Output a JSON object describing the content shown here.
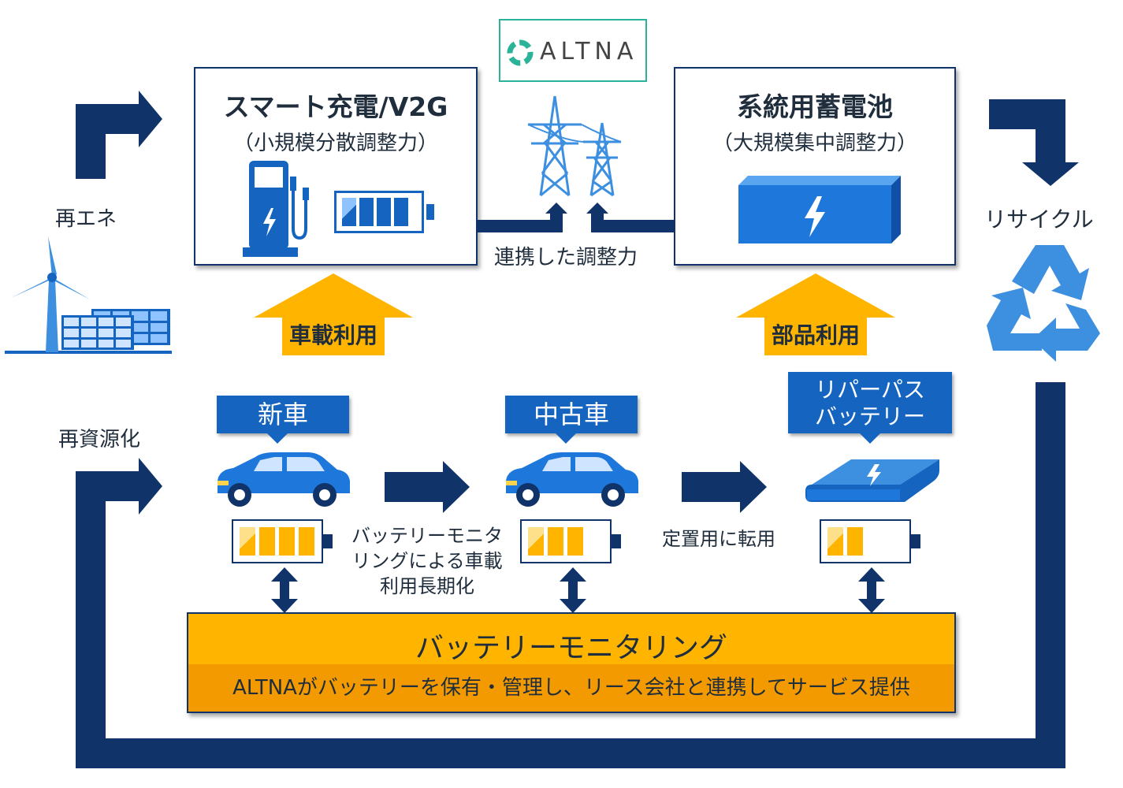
{
  "logo": {
    "text": "ALTNA"
  },
  "left": {
    "renewable_label": "再エネ",
    "recycle_resource_label": "再資源化"
  },
  "right": {
    "recycle_label": "リサイクル"
  },
  "smart_charging": {
    "title": "スマート充電/V2G",
    "subtitle": "（小規模分散調整力）"
  },
  "grid_battery": {
    "title": "系統用蓄電池",
    "subtitle": "（大規模集中調整力）"
  },
  "center": {
    "coordination_label": "連携した調整力"
  },
  "up_arrows": {
    "vehicle_use": "車載利用",
    "parts_use": "部品利用"
  },
  "stages": {
    "new_car": "新車",
    "used_car": "中古車",
    "repurpose_line1": "リパーパス",
    "repurpose_line2": "バッテリー"
  },
  "transitions": {
    "monitoring_line1": "バッテリーモニタ",
    "monitoring_line2": "リングによる車載",
    "monitoring_line3": "利用長期化",
    "stationary": "定置用に転用"
  },
  "monitoring_bar": {
    "title": "バッテリーモニタリング",
    "description": "ALTNAがバッテリーを保有・管理し、リース会社と連携してサービス提供"
  },
  "battery_levels": {
    "new_car": 4,
    "used_car": 3,
    "repurpose": 2
  },
  "colors": {
    "navy": "#10346a",
    "blue": "#1565c0",
    "light_blue": "#3d8fe0",
    "orange": "#ffb400",
    "teal": "#2bb39a"
  }
}
